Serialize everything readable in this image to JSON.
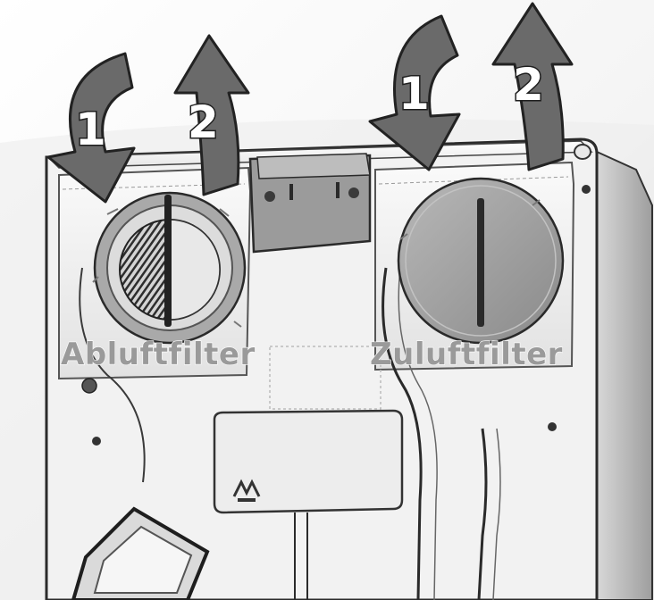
{
  "labels": {
    "exhaust_filter": "Abluftfilter",
    "supply_filter": "Zuluftfilter"
  },
  "steps": {
    "exhaust": {
      "one": "1",
      "two": "2"
    },
    "supply": {
      "one": "1",
      "two": "2"
    }
  },
  "logo_text": "M",
  "colors": {
    "arrow_fill": "#6a6a6a",
    "arrow_stroke": "#2a2a2a",
    "housing": "#f3f3f3",
    "label_gray": "#9a9a9a"
  }
}
